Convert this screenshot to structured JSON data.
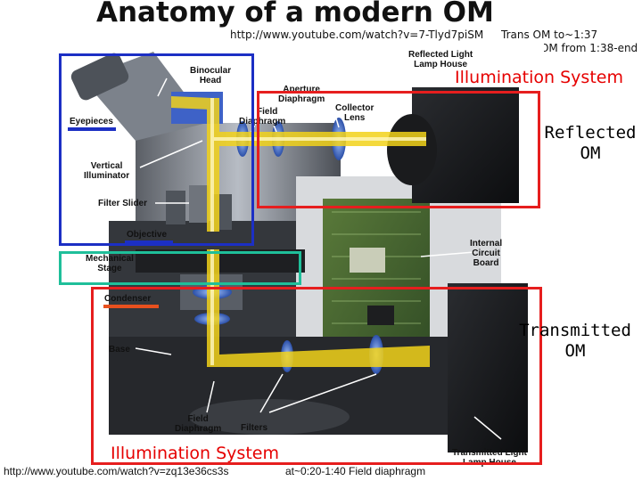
{
  "slide": {
    "title": "Anatomy of a modern OM",
    "url_top": "http://www.youtube.com/watch?v=7-Tlyd7piSM",
    "notes": [
      "Trans OM to~1:37",
      "Refle OM from 1:38-end"
    ],
    "illumination_top": "Illumination System",
    "reflected_om": [
      "Reflected",
      "OM"
    ],
    "transmitted_om": [
      "Transmitted",
      "OM"
    ],
    "illumination_bottom": "Illumination System",
    "url_bottom": "http://www.youtube.com/watch?v=zq13e36cs3s",
    "timecode": "at~0:20-1:40 Field diaphragm"
  },
  "labels": {
    "binocular_head": [
      "Binocular",
      "Head"
    ],
    "reflected_light_lamp_house": [
      "Reflected Light",
      "Lamp House"
    ],
    "aperture_diaphragm": [
      "Aperture",
      "Diaphragm"
    ],
    "collector_lens": [
      "Collector",
      "Lens"
    ],
    "field_diaphragm_top": [
      "Field",
      "Diaphragm"
    ],
    "eyepieces": "Eyepieces",
    "vertical_illuminator": [
      "Vertical",
      "Illuminator"
    ],
    "filter_slider": "Filter Slider",
    "objective": "Objective",
    "mechanical_stage": [
      "Mechanical",
      "Stage"
    ],
    "internal_circuit_board": [
      "Internal",
      "Circuit",
      "Board"
    ],
    "condenser": "Condenser",
    "base": "Base",
    "field_diaphragm_bottom": [
      "Field",
      "Diaphragm"
    ],
    "filters": "Filters",
    "transmitted_light_lamp_house": [
      "Transmitted Light",
      "Lamp House"
    ]
  },
  "colors": {
    "red_box": "#e61e1e",
    "blue_box": "#1c2fc4",
    "teal_box": "#1fbf9a",
    "orange_underline": "#e8501e",
    "light_beam": "#f2d21a"
  }
}
